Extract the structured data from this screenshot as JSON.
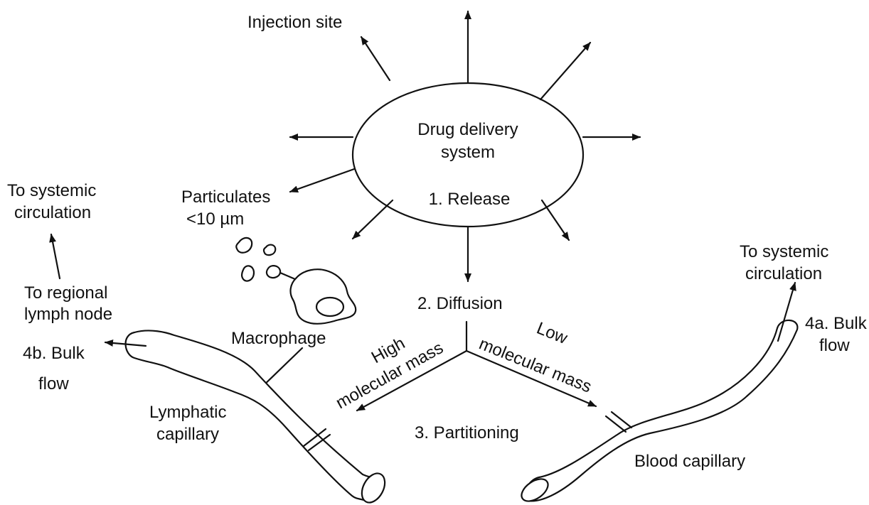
{
  "labels": {
    "injection_site": "Injection site",
    "dds_line1": "Drug delivery",
    "dds_line2": "system",
    "release": "1. Release",
    "particulates_line1": "Particulates",
    "particulates_line2": "<10 µm",
    "macrophage": "Macrophage",
    "diffusion": "2. Diffusion",
    "high_line1": "High",
    "high_line2": "molecular mass",
    "low_line1": "Low",
    "low_line2": "molecular mass",
    "partitioning": "3. Partitioning",
    "systemic_left_line1": "To systemic",
    "systemic_left_line2": "circulation",
    "regional_line1": "To regional",
    "regional_line2": "lymph node",
    "bulk_left_line1": "4b. Bulk",
    "bulk_left_line2": "flow",
    "lymphatic_line1": "Lymphatic",
    "lymphatic_line2": "capillary",
    "systemic_right_line1": "To systemic",
    "systemic_right_line2": "circulation",
    "bulk_right_line1": "4a. Bulk",
    "bulk_right_line2": "flow",
    "blood_capillary": "Blood capillary"
  }
}
